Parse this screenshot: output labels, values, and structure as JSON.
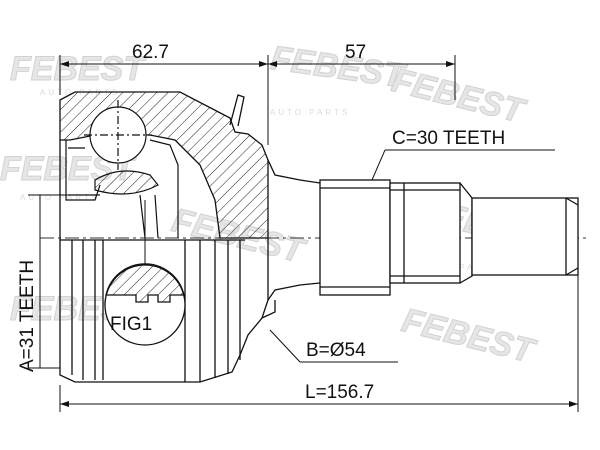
{
  "watermark": {
    "brand": "FEBEST",
    "sub": "AUTO PARTS"
  },
  "dimensions": {
    "joint_length": "62.7",
    "shaft_length": "57",
    "total_length": "L=156.7",
    "outer_teeth": "A=31 TEETH",
    "abs_ring": "B=Ø54",
    "shaft_teeth": "C=30 TEETH"
  },
  "figure_label": "FIG1"
}
